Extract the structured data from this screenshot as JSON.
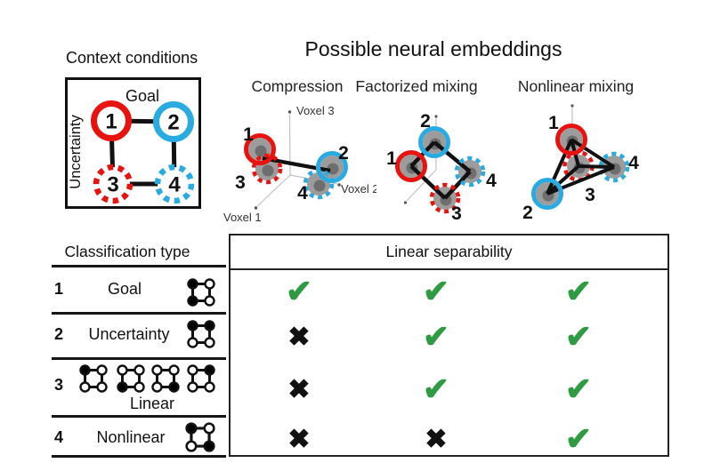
{
  "colors": {
    "red": "#e8120f",
    "blue": "#29abe2",
    "check_green": "#2e9b43",
    "cross_black": "#111111",
    "blob_gray": "#9c9c9c",
    "blob_dark": "#6e6e6e",
    "axis_gray": "#c2c2c2"
  },
  "header": {
    "context_title": "Context conditions",
    "embeddings_title": "Possible neural embeddings"
  },
  "context_box": {
    "goal_label": "Goal",
    "uncertainty_label": "Uncertainty",
    "nodes": [
      {
        "label": "1",
        "style": "red-solid"
      },
      {
        "label": "2",
        "style": "blue-solid"
      },
      {
        "label": "3",
        "style": "red-dashed"
      },
      {
        "label": "4",
        "style": "blue-dashed"
      }
    ]
  },
  "embeddings": {
    "compression": {
      "title": "Compression",
      "axes": {
        "voxel1": "Voxel 1",
        "voxel2": "Voxel 2",
        "voxel3": "Voxel 3"
      },
      "node_labels": [
        "1",
        "2",
        "3",
        "4"
      ]
    },
    "factorized": {
      "title": "Factorized mixing",
      "node_labels": [
        "1",
        "2",
        "3",
        "4"
      ]
    },
    "nonlinear": {
      "title": "Nonlinear mixing",
      "node_labels": [
        "1",
        "2",
        "3",
        "4"
      ]
    }
  },
  "table": {
    "left_header": "Classification type",
    "right_header": "Linear separability",
    "rows": [
      {
        "num": "1",
        "label": "Goal",
        "glyphs": [
          {
            "tl": "#000000",
            "tr": "#ffffff",
            "bl": "#000000",
            "br": "#ffffff"
          }
        ],
        "marks": [
          {
            "sym": "✔",
            "cls": "mark yes"
          },
          {
            "sym": "✔",
            "cls": "mark yes"
          },
          {
            "sym": "✔",
            "cls": "mark yes"
          }
        ]
      },
      {
        "num": "2",
        "label": "Uncertainty",
        "glyphs": [
          {
            "tl": "#000000",
            "tr": "#000000",
            "bl": "#ffffff",
            "br": "#ffffff"
          }
        ],
        "marks": [
          {
            "sym": "✖",
            "cls": "mark no"
          },
          {
            "sym": "✔",
            "cls": "mark yes"
          },
          {
            "sym": "✔",
            "cls": "mark yes"
          }
        ]
      },
      {
        "num": "3",
        "label": "Linear",
        "glyphs": [
          {
            "tl": "#000000",
            "tr": "#ffffff",
            "bl": "#ffffff",
            "br": "#ffffff"
          },
          {
            "tl": "#ffffff",
            "tr": "#ffffff",
            "bl": "#000000",
            "br": "#ffffff"
          },
          {
            "tl": "#ffffff",
            "tr": "#ffffff",
            "bl": "#ffffff",
            "br": "#000000"
          },
          {
            "tl": "#ffffff",
            "tr": "#000000",
            "bl": "#ffffff",
            "br": "#ffffff"
          }
        ],
        "marks": [
          {
            "sym": "✖",
            "cls": "mark no"
          },
          {
            "sym": "✔",
            "cls": "mark yes"
          },
          {
            "sym": "✔",
            "cls": "mark yes"
          }
        ]
      },
      {
        "num": "4",
        "label": "Nonlinear",
        "glyphs": [
          {
            "tl": "#000000",
            "tr": "#ffffff",
            "bl": "#ffffff",
            "br": "#000000"
          }
        ],
        "marks": [
          {
            "sym": "✖",
            "cls": "mark no"
          },
          {
            "sym": "✖",
            "cls": "mark no"
          },
          {
            "sym": "✔",
            "cls": "mark yes"
          }
        ]
      }
    ]
  }
}
